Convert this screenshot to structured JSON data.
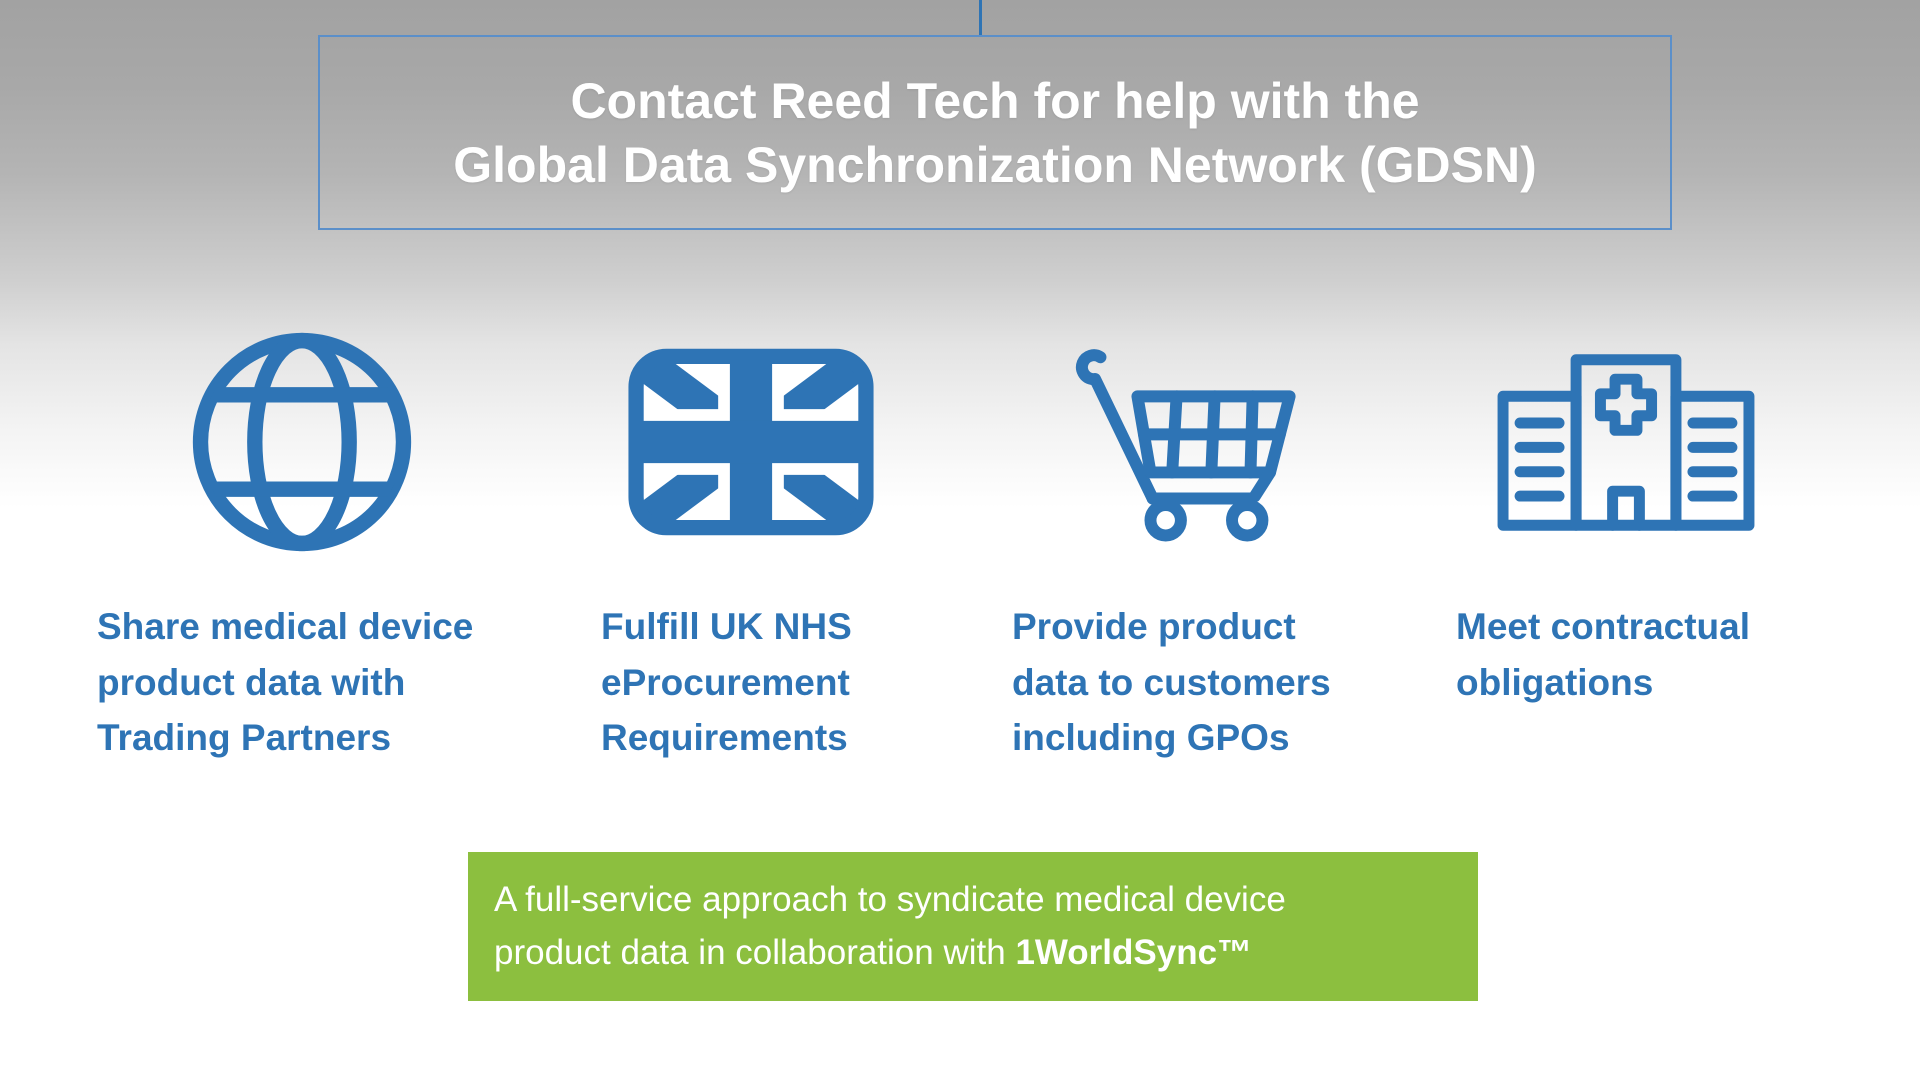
{
  "header": {
    "line1": "Contact Reed Tech for help with the",
    "line2": "Global Data Synchronization Network (GDSN)"
  },
  "features": [
    {
      "icon": "globe-icon",
      "lines": [
        "Share medical device",
        "product data with",
        "Trading Partners"
      ]
    },
    {
      "icon": "uk-flag-icon",
      "lines": [
        "Fulfill UK NHS",
        "eProcurement",
        "Requirements"
      ]
    },
    {
      "icon": "shopping-cart-icon",
      "lines": [
        "Provide product",
        "data to customers",
        "including GPOs"
      ]
    },
    {
      "icon": "hospital-icon",
      "lines": [
        "Meet contractual",
        "obligations"
      ]
    }
  ],
  "banner": {
    "line1": "A full-service approach to syndicate medical device",
    "line2_prefix": "product data in collaboration with ",
    "line2_bold": "1WorldSync™"
  },
  "colors": {
    "accent_blue": "#2e74b5",
    "banner_green": "#8cbf3f",
    "box_border": "#5b8fc9",
    "title_text": "#ffffff"
  }
}
